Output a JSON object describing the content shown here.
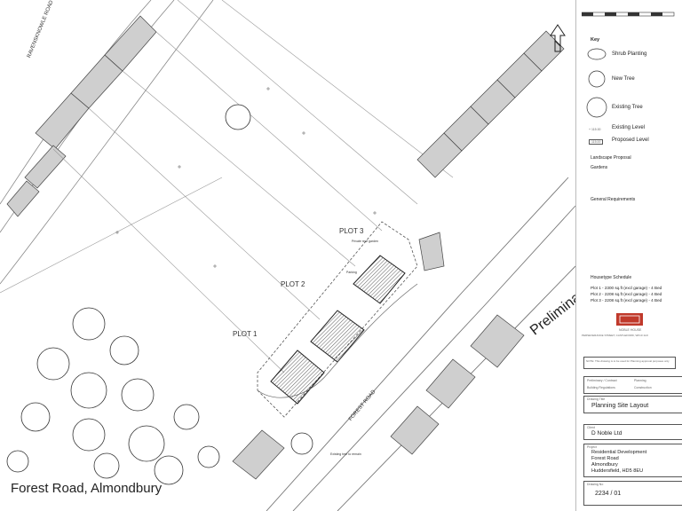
{
  "caption": "Forest Road, Almondbury",
  "road_labels": {
    "ravensknowle": "RAVENSKNOWLE ROAD",
    "forest": "FOREST ROAD"
  },
  "plots": [
    "PLOT 1",
    "PLOT 2",
    "PLOT 3"
  ],
  "preliminary": "Preliminary",
  "key": {
    "title": "Key",
    "items": [
      "Shrub Planting",
      "New Tree",
      "Existing Tree",
      "Existing Level",
      "Proposed Level"
    ],
    "level_samples": [
      "+ 115.00",
      "115.00"
    ]
  },
  "landscape": {
    "title": "Landscape Proposal",
    "gardens_title": "Gardens",
    "general_title": "General Requirements"
  },
  "housetype": {
    "title": "Housetype Schedule",
    "rows": [
      "Plot 1 - 2300 sq.ft (excl garage) - 4 Bed",
      "Plot 2 - 2208 sq.ft (excl garage) - 4 Bed",
      "Plot 3 - 2208 sq.ft (excl garage) - 4 Bed"
    ]
  },
  "firm": {
    "name": "NOBLE HOUSE",
    "address": "PERSEVERANCE STREET, CASTLEFORD, WF10 1LD"
  },
  "status": {
    "note": "NOTE: This drawing is to be used for Planning approval purposes only",
    "preliminary_contract": "Preliminary / Contract",
    "planning": "Planning",
    "building_regs": "Building Regulations",
    "construction": "Construction"
  },
  "drawing_title_label": "Drawing Title",
  "drawing_title": "Planning Site Layout",
  "client_label": "Client",
  "client": "D Noble Ltd",
  "project_label": "Project",
  "project": [
    "Residential Development",
    "Forest Road",
    "Almondbury",
    "Huddersfield, HD5 8EU"
  ],
  "drawing_no_label": "Drawing No",
  "drawing_no": "2234 / 01",
  "map_notes": {
    "private_rear_garden": "Private rear garden",
    "parking": "Parking",
    "existing_tree": "Existing tree to remain"
  }
}
